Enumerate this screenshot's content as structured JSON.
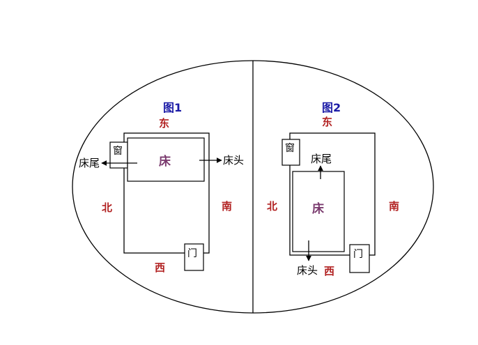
{
  "figure1": {
    "title": "图1",
    "directions": {
      "east": "东",
      "west": "西",
      "south": "南",
      "north": "北"
    },
    "window_label": "窗",
    "bed_label": "床",
    "door_label": "门",
    "bed_foot_label": "床尾",
    "bed_head_label": "床头"
  },
  "figure2": {
    "title": "图2",
    "directions": {
      "east": "东",
      "west": "西",
      "south": "南",
      "north": "北"
    },
    "window_label": "窗",
    "bed_label": "床",
    "door_label": "门",
    "bed_foot_label": "床尾",
    "bed_head_label": "床头"
  },
  "colors": {
    "title": "#1a1aa6",
    "direction": "#b22222",
    "bed": "#7a3a6e",
    "outline": "#000000"
  }
}
